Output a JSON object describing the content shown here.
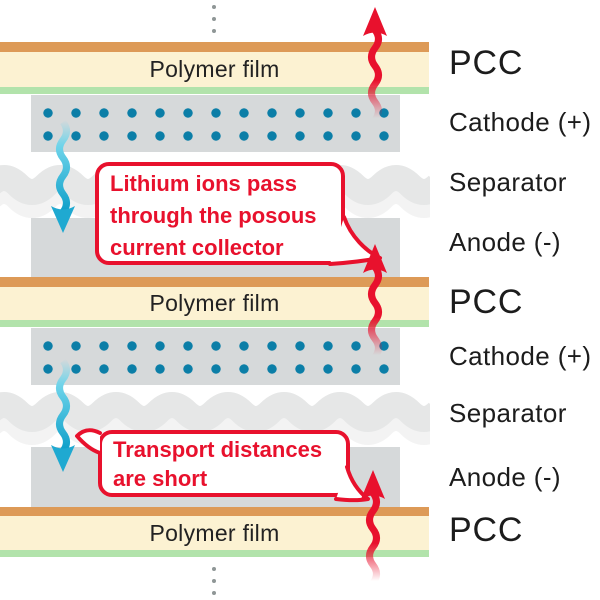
{
  "stack": {
    "polymer_film_label": "Polymer film"
  },
  "side_labels": [
    {
      "text": "PCC",
      "size": "large"
    },
    {
      "text": "Cathode (+)",
      "size": "normal"
    },
    {
      "text": "Separator",
      "size": "normal"
    },
    {
      "text": "Anode (-)",
      "size": "normal"
    },
    {
      "text": "PCC",
      "size": "large"
    },
    {
      "text": "Cathode (+)",
      "size": "normal"
    },
    {
      "text": "Separator",
      "size": "normal"
    },
    {
      "text": "Anode (-)",
      "size": "normal"
    },
    {
      "text": "PCC",
      "size": "large"
    }
  ],
  "callouts": [
    {
      "text": "Lithium ions pass\nthrough the posous\ncurrent collector"
    },
    {
      "text": "Transport distances\nare short"
    }
  ],
  "colors": {
    "red": "#e8112d",
    "cyan_dark": "#0d9fc9",
    "cyan_light": "#6fd4ea",
    "cyan_head": "#1fa9d1",
    "dot_blue": "#0b7ea7",
    "pcc_orange": "#dd9a57",
    "pcc_cream": "#fcf2d2",
    "pcc_green": "#b2e3ab",
    "electrode_gray": "#d6d9da",
    "separator_gray": "#e6e7e7",
    "separator_gray_light": "#f3f3f3",
    "label_black": "#1c1c1c",
    "polymer_text": "#222222",
    "cont_dot_gray": "#8f9696"
  }
}
